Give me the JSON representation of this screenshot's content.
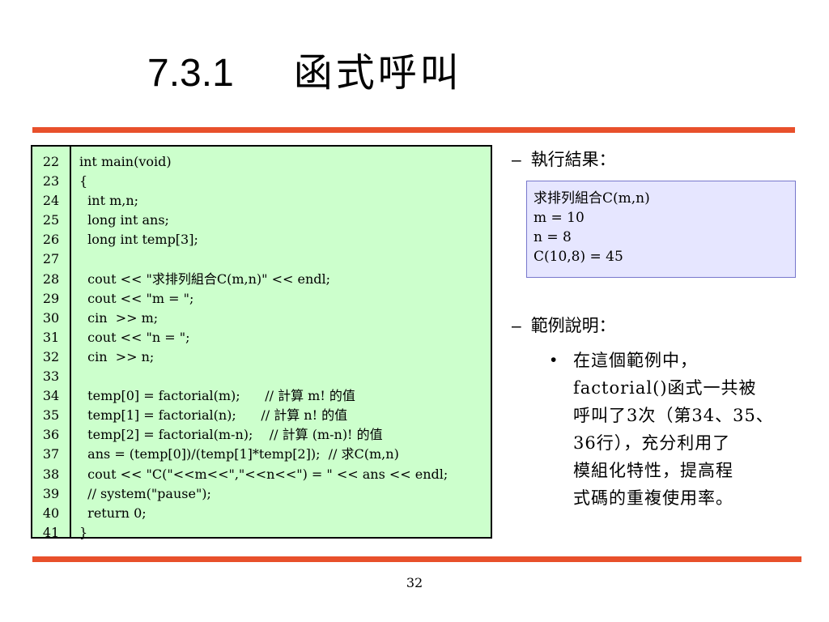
{
  "slide": {
    "title_number": "7.3.1",
    "title_text": "函式呼叫",
    "page_number": "32"
  },
  "code": {
    "line_numbers": [
      "22",
      "23",
      "24",
      "25",
      "26",
      "27",
      "28",
      "29",
      "30",
      "31",
      "32",
      "33",
      "34",
      "35",
      "36",
      "37",
      "38",
      "39",
      "40",
      "41"
    ],
    "lines": [
      "int main(void)",
      "{",
      "  int m,n;",
      "  long int ans;",
      "  long int temp[3];",
      "",
      "  cout << \"求排列組合C(m,n)\" << endl;",
      "  cout << \"m = \";",
      "  cin  >> m;",
      "  cout << \"n = \";",
      "  cin  >> n;",
      "",
      "  temp[0] = factorial(m);      // 計算 m! 的值",
      "  temp[1] = factorial(n);      // 計算 n! 的值",
      "  temp[2] = factorial(m-n);    // 計算 (m-n)! 的值",
      "  ans = (temp[0])/(temp[1]*temp[2]);  // 求C(m,n)",
      "  cout << \"C(\"<<m<<\",\"<<n<<\") = \" << ans << endl;",
      "  // system(\"pause\");",
      "  return 0;",
      "}"
    ]
  },
  "result": {
    "dash": "–",
    "heading": "執行結果：",
    "output_lines": [
      "求排列組合C(m,n)",
      "m = 10",
      "n = 8",
      "C(10,8) = 45"
    ]
  },
  "explanation": {
    "dash": "–",
    "heading": "範例說明：",
    "bullet": "•",
    "lines": [
      "在這個範例中，",
      "factorial()函式一共被",
      "呼叫了3次（第34、35、",
      "36行），充分利用了",
      "模組化特性，提高程",
      "式碼的重複使用率。"
    ]
  },
  "colors": {
    "rule": "#e8502b",
    "code_bg": "#ccffcc",
    "output_bg": "#e6e6ff"
  }
}
